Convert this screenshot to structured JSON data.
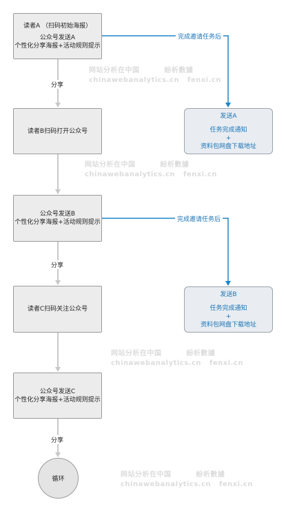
{
  "boxes": {
    "readerA": {
      "line1": "读者A （扫码初始海报）",
      "line2": "公众号发送A",
      "line3": "个性化分享海报+活动规则提示"
    },
    "readerB": {
      "line1": "读者B扫码打开公众号"
    },
    "sendB": {
      "line1": "公众号发送B",
      "line2": "个性化分享海报+活动规则提示"
    },
    "readerC": {
      "line1": "读者C扫码关注公众号"
    },
    "sendC": {
      "line1": "公众号发送C",
      "line2": "个性化分享海报+活动规则提示"
    },
    "loop": {
      "label": "循环"
    }
  },
  "blue_boxes": {
    "sentA": {
      "title": "发送A",
      "line1": "任务完成通知",
      "line2": "+",
      "line3": "资料包网盘下载地址"
    },
    "sentB": {
      "title": "发送B",
      "line1": "任务完成通知",
      "line2": "+",
      "line3": "资料包网盘下载地址"
    }
  },
  "labels": {
    "share1": "分享",
    "share2": "分享",
    "share3": "分享",
    "taskDone1": "完成邀请任务后",
    "taskDone2": "完成邀请任务后"
  },
  "watermarks": {
    "cn": "网站分析在中国",
    "en": "chinawebanalytics.cn",
    "cn2": "紛析數據",
    "en2": "fenxi.cn"
  },
  "colors": {
    "gray_arrow": "#c8c8c8",
    "blue_arrow": "#1a86c8",
    "box_fill": "#ececec",
    "blue_box_fill": "#e9edf1"
  }
}
